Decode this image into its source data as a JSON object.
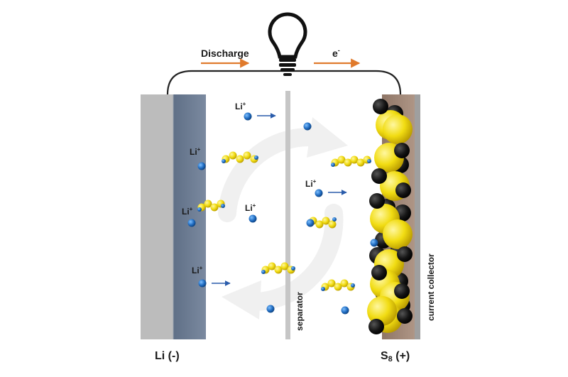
{
  "labels": {
    "discharge": "Discharge",
    "electron": "e",
    "electron_sup": "-",
    "anode": "Li (-)",
    "cathode_base": "S",
    "cathode_sub": "8",
    "cathode_sign": " (+)",
    "separator": "separator",
    "collector": "current collector",
    "li_ion_base": "Li",
    "li_ion_sup": "+"
  },
  "colors": {
    "anode_front": "#bdbdbd",
    "anode_side": "#6f7f95",
    "separator": "#c6c6c6",
    "collector": "#a08878",
    "arrow_orange": "#e07a2c",
    "arrow_blue": "#2a5cab",
    "li_ion": "#2a73c4",
    "sulfur": "#f3e21c",
    "carbon": "#111111"
  },
  "icons": {
    "bulb": "light-bulb-icon"
  }
}
